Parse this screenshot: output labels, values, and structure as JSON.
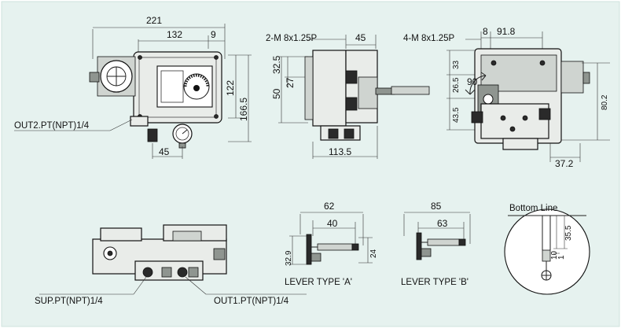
{
  "colors": {
    "background": "#e6f2ef",
    "line": "#222222",
    "panel": "#ffffff"
  },
  "front_view": {
    "dim_overall_width": "221",
    "dim_body_width": "132",
    "dim_offset": "9",
    "dim_height_body": "122",
    "dim_height_overall": "166.5",
    "dim_gauge_pitch": "45",
    "port_out2": "OUT2.PT(NPT)1/4"
  },
  "side_view": {
    "thread": "2-M 8x1.25P",
    "dim_top": "45",
    "dim_50": "50",
    "dim_32_5": "32.5",
    "dim_27": "27",
    "dim_bottom": "113.5"
  },
  "rear_view": {
    "thread": "4-M 8x1.25P",
    "dim_8": "8",
    "dim_91_8": "91.8",
    "dim_33": "33",
    "dim_26_5": "26.5",
    "dim_43_5": "43.5",
    "dim_angle": "90",
    "dim_80_2": "80.2",
    "dim_37_2": "37.2"
  },
  "bottom_view": {
    "port_sup": "SUP.PT(NPT)1/4",
    "port_out1": "OUT1.PT(NPT)1/4"
  },
  "lever_a": {
    "dim_62": "62",
    "dim_40": "40",
    "dim_32_9": "32.9",
    "dim_24": "24",
    "label": "LEVER TYPE 'A'"
  },
  "lever_b": {
    "dim_85": "85",
    "dim_63": "63",
    "label": "LEVER TYPE 'B'"
  },
  "bottom_line": {
    "title": "Bottom Line",
    "dim_35_5": "35.5",
    "dim_10": "10",
    "dim_1": "1"
  }
}
